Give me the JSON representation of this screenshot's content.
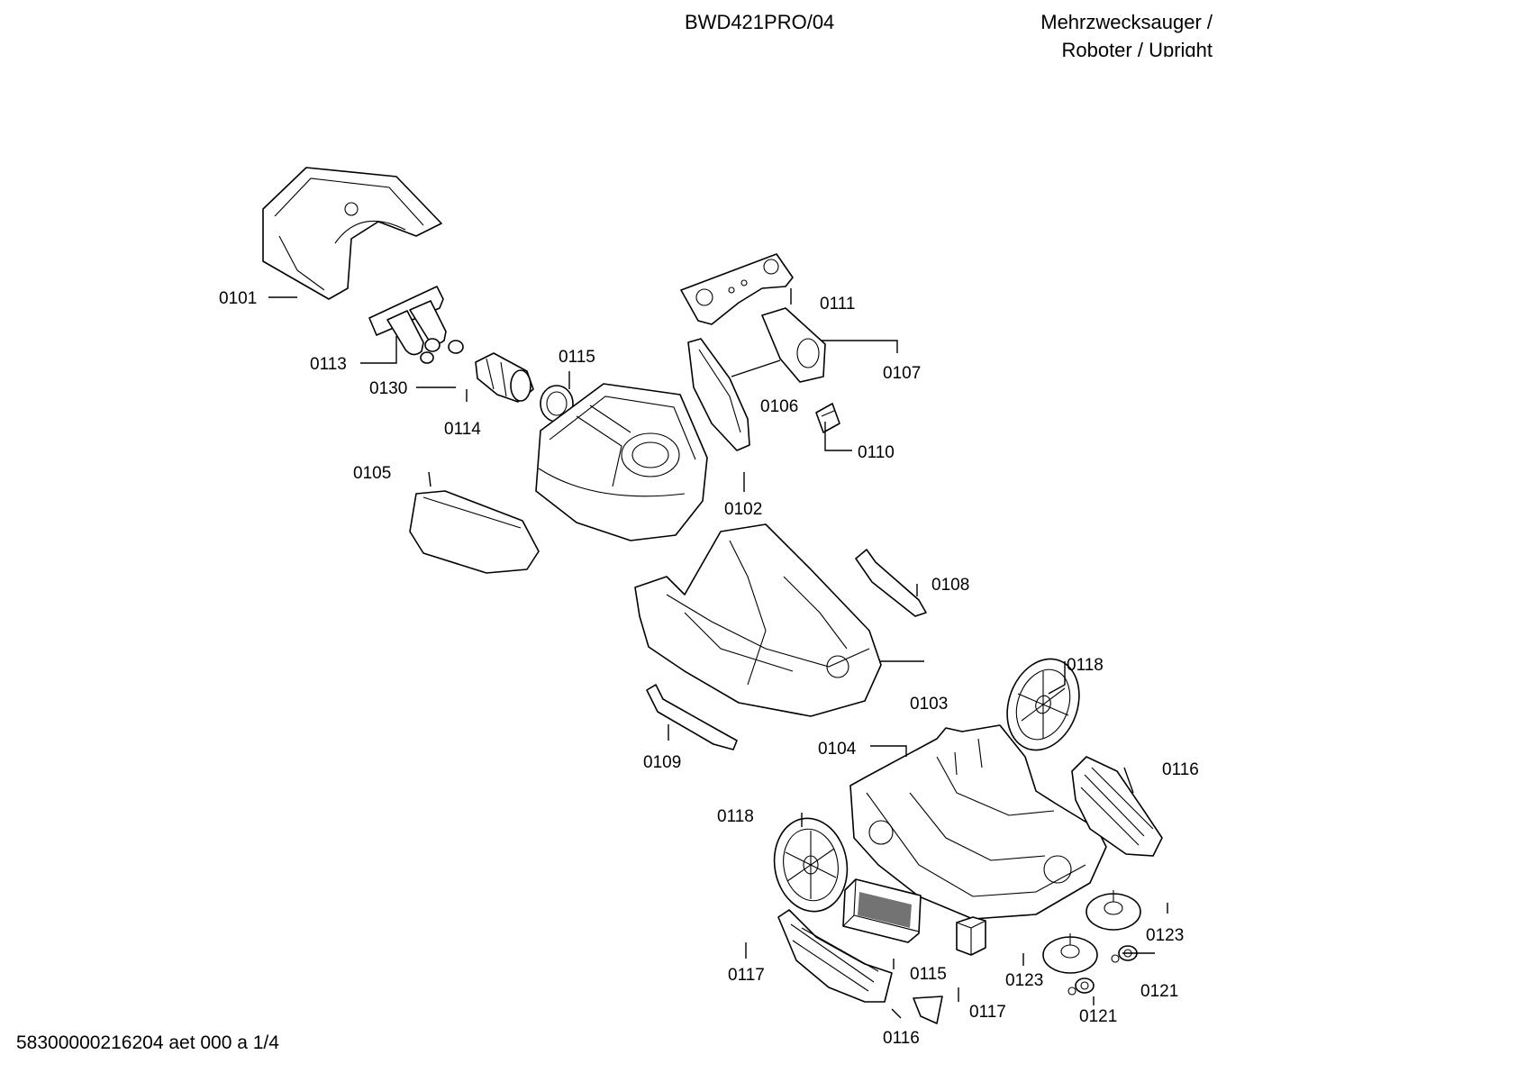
{
  "header": {
    "model": "BWD421PRO/04",
    "category_line1": "Mehrzwecksauger /",
    "category_line2": "Roboter / Upright"
  },
  "footer": {
    "doc_ref": "58300000216204 aet 000 a 1/4"
  },
  "callouts": [
    {
      "id": "c0101",
      "text": "0101"
    },
    {
      "id": "c0113",
      "text": "0113"
    },
    {
      "id": "c0130",
      "text": "0130"
    },
    {
      "id": "c0114",
      "text": "0114"
    },
    {
      "id": "c0115a",
      "text": "0115"
    },
    {
      "id": "c0111",
      "text": "0111"
    },
    {
      "id": "c0107",
      "text": "0107"
    },
    {
      "id": "c0106",
      "text": "0106"
    },
    {
      "id": "c0110",
      "text": "0110"
    },
    {
      "id": "c0105",
      "text": "0105"
    },
    {
      "id": "c0102",
      "text": "0102"
    },
    {
      "id": "c0108",
      "text": "0108"
    },
    {
      "id": "c0103",
      "text": "0103"
    },
    {
      "id": "c0118a",
      "text": "0118"
    },
    {
      "id": "c0109",
      "text": "0109"
    },
    {
      "id": "c0104",
      "text": "0104"
    },
    {
      "id": "c0116a",
      "text": "0116"
    },
    {
      "id": "c0118b",
      "text": "0118"
    },
    {
      "id": "c0123a",
      "text": "0123"
    },
    {
      "id": "c0117a",
      "text": "0117"
    },
    {
      "id": "c0115b",
      "text": "0115"
    },
    {
      "id": "c0123b",
      "text": "0123"
    },
    {
      "id": "c0121a",
      "text": "0121"
    },
    {
      "id": "c0121b",
      "text": "0121"
    },
    {
      "id": "c0117b",
      "text": "0117"
    },
    {
      "id": "c0116b",
      "text": "0116"
    }
  ]
}
